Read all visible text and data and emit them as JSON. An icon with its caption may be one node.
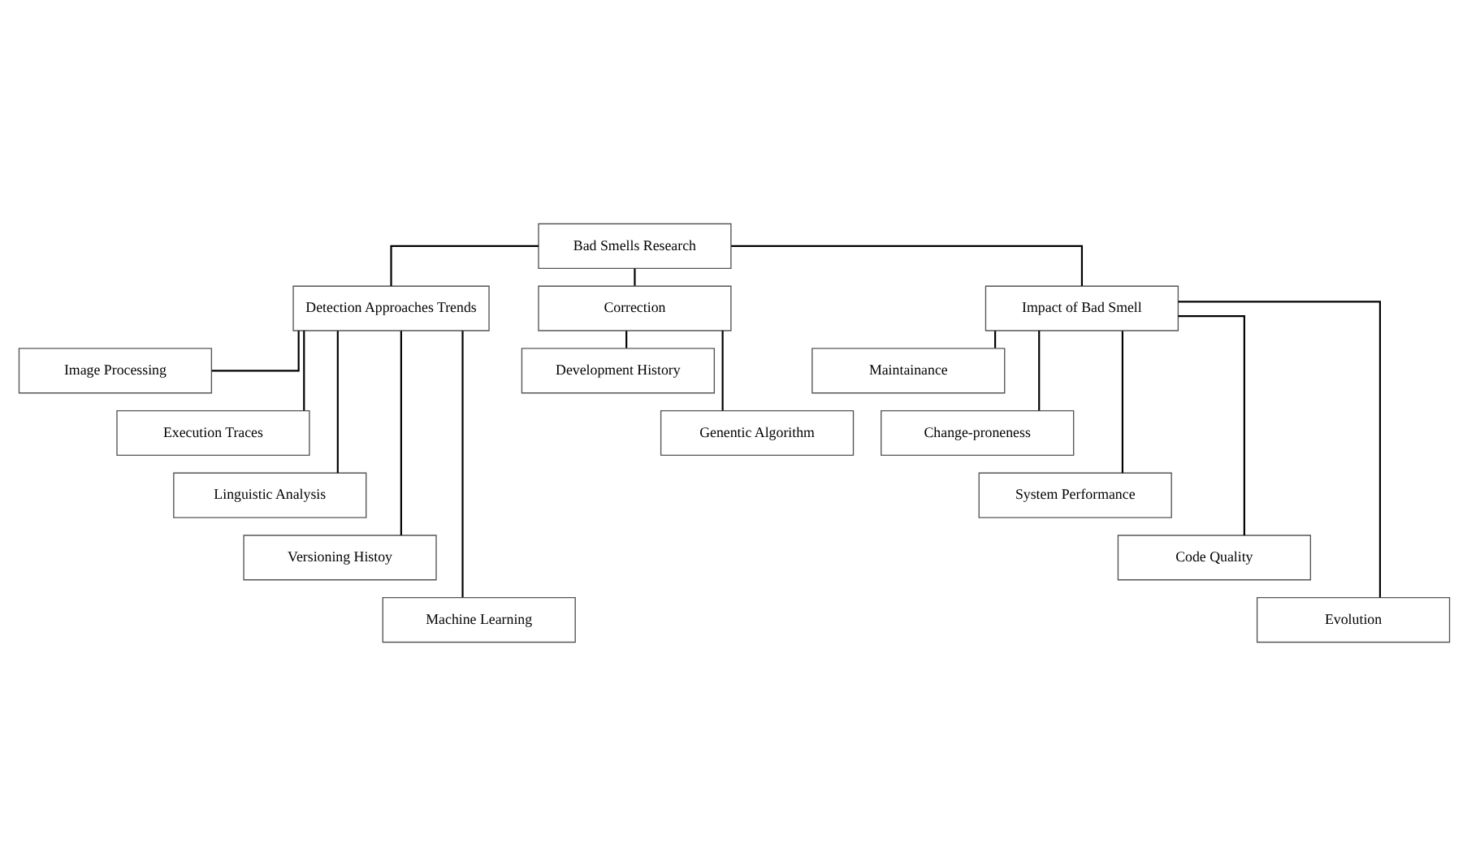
{
  "diagram": {
    "nodes": [
      {
        "text": [
          "Bad Smells Research"
        ]
      },
      {
        "text": [
          "Detection Approaches Trends"
        ]
      },
      {
        "text": [
          "Correction"
        ]
      },
      {
        "text": [
          "Impact of Bad Smell"
        ]
      },
      {
        "text": [
          "Image Processing"
        ]
      },
      {
        "text": [
          "Execution Traces"
        ]
      },
      {
        "text": [
          "Linguistic Analysis"
        ]
      },
      {
        "text": [
          "Versioning Histoy"
        ]
      },
      {
        "text": [
          "Machine Learning"
        ]
      },
      {
        "text": [
          "Development History"
        ]
      },
      {
        "text": [
          "Genentic Algorithm"
        ]
      },
      {
        "text": [
          "Maintainance"
        ]
      },
      {
        "text": [
          "Change-proneness"
        ]
      },
      {
        "text": [
          "System Performance"
        ]
      },
      {
        "text": [
          "Code Quality"
        ]
      },
      {
        "text": [
          "Evolution"
        ]
      }
    ],
    "edges": [
      {
        "from": 0,
        "to": 1,
        "arrow": "none"
      },
      {
        "from": 0,
        "to": 2,
        "arrow": "none"
      },
      {
        "from": 0,
        "to": 3,
        "arrow": "none"
      },
      {
        "from": 1,
        "to": 4,
        "arrow": "none"
      },
      {
        "from": 1,
        "to": 5,
        "arrow": "none"
      },
      {
        "from": 1,
        "to": 6,
        "arrow": "none"
      },
      {
        "from": 1,
        "to": 7,
        "arrow": "none"
      },
      {
        "from": 1,
        "to": 8,
        "arrow": "none"
      },
      {
        "from": 2,
        "to": 9,
        "arrow": "none"
      },
      {
        "from": 2,
        "to": 10,
        "arrow": "none"
      },
      {
        "from": 3,
        "to": 11,
        "arrow": "none"
      },
      {
        "from": 3,
        "to": 12,
        "arrow": "none"
      },
      {
        "from": 3,
        "to": 13,
        "arrow": "none"
      },
      {
        "from": 3,
        "to": 14,
        "arrow": "none"
      },
      {
        "from": 3,
        "to": 15,
        "arrow": "none"
      }
    ]
  }
}
